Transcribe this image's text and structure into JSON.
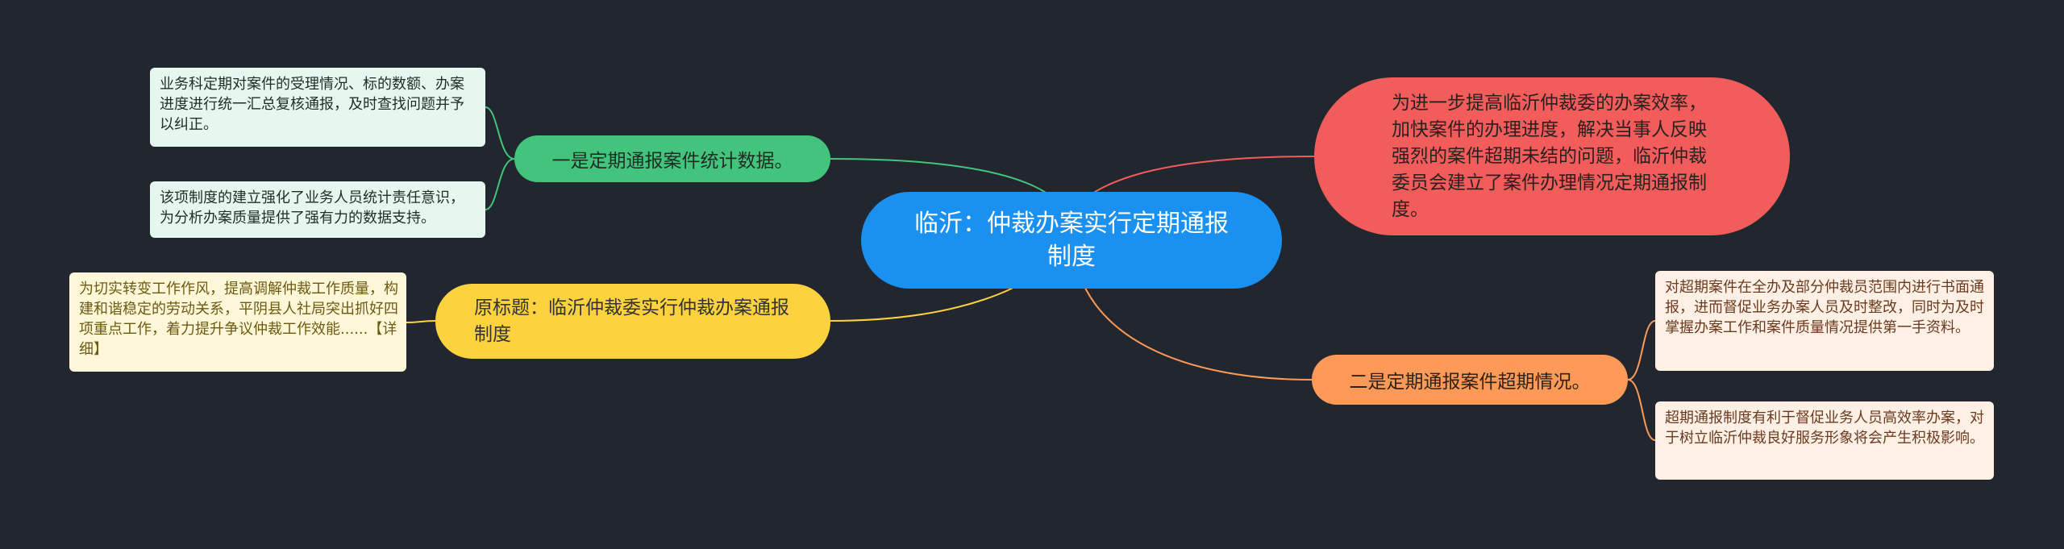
{
  "central": {
    "title": "临沂：仲裁办案实行定期通报制度"
  },
  "branches": {
    "statistics": {
      "label": "一是定期通报案件统计数据。"
    },
    "original_title": {
      "label": "原标题：临沂仲裁委实行仲裁办案通报制度"
    },
    "purpose": {
      "label": "为进一步提高临沂仲裁委的办案效率，加快案件的办理进度，解决当事人反映强烈的案件超期未结的问题，临沂仲裁委员会建立了案件办理情况定期通报制度。"
    },
    "overdue": {
      "label": "二是定期通报案件超期情况。"
    }
  },
  "leaves": {
    "statistics_1": "业务科定期对案件的受理情况、标的数额、办案进度进行统一汇总复核通报，及时查找问题并予以纠正。",
    "statistics_2": "该项制度的建立强化了业务人员统计责任意识，为分析办案质量提供了强有力的数据支持。",
    "original_1": "为切实转变工作作风，提高调解仲裁工作质量，构建和谐稳定的劳动关系，平阴县人社局突出抓好四项重点工作，着力提升争议仲裁工作效能......【详细】",
    "overdue_1": "对超期案件在全办及部分仲裁员范围内进行书面通报，进而督促业务办案人员及时整改，同时为及时掌握办案工作和案件质量情况提供第一手资料。",
    "overdue_2": "超期通报制度有利于督促业务人员高效率办案，对于树立临沂仲裁良好服务形象将会产生积极影响。"
  },
  "colors": {
    "background": "#22262f",
    "central": "#1a90f0",
    "green": "#43c47c",
    "yellow": "#fdd23f",
    "red": "#f25d5b",
    "orange": "#fd9a58"
  }
}
